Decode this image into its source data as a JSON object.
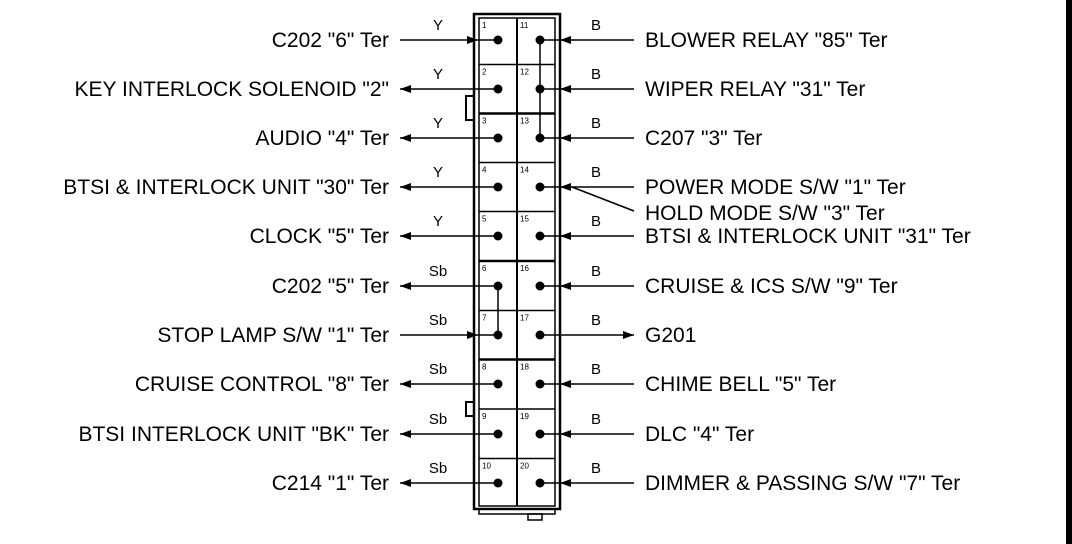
{
  "connector": {
    "pins_left": [
      "1",
      "2",
      "3",
      "4",
      "5",
      "6",
      "7",
      "8",
      "9",
      "10"
    ],
    "pins_right": [
      "11",
      "12",
      "13",
      "14",
      "15",
      "16",
      "17",
      "18",
      "19",
      "20"
    ]
  },
  "left_wires": [
    {
      "label": "C202 \"6\" Ter",
      "color_code": "Y",
      "direction": "in"
    },
    {
      "label": "KEY INTERLOCK SOLENOID \"2\"",
      "color_code": "Y",
      "direction": "out"
    },
    {
      "label": "AUDIO \"4\" Ter",
      "color_code": "Y",
      "direction": "out"
    },
    {
      "label": "BTSI & INTERLOCK UNIT \"30\" Ter",
      "color_code": "Y",
      "direction": "out"
    },
    {
      "label": "CLOCK \"5\" Ter",
      "color_code": "Y",
      "direction": "out"
    },
    {
      "label": "C202 \"5\" Ter",
      "color_code": "Sb",
      "direction": "out"
    },
    {
      "label": "STOP LAMP S/W \"1\" Ter",
      "color_code": "Sb",
      "direction": "in"
    },
    {
      "label": "CRUISE CONTROL \"8\" Ter",
      "color_code": "Sb",
      "direction": "out"
    },
    {
      "label": "BTSI  INTERLOCK UNIT \"BK\" Ter",
      "color_code": "Sb",
      "direction": "out"
    },
    {
      "label": "C214 \"1\" Ter",
      "color_code": "Sb",
      "direction": "out"
    }
  ],
  "right_wires": [
    {
      "label": "BLOWER RELAY \"85\" Ter",
      "color_code": "B",
      "direction": "in"
    },
    {
      "label": "WIPER RELAY \"31\" Ter",
      "color_code": "B",
      "direction": "in"
    },
    {
      "label": "C207 \"3\" Ter",
      "color_code": "B",
      "direction": "in"
    },
    {
      "label": "POWER MODE S/W \"1\" Ter",
      "label2": "HOLD MODE S/W \"3\" Ter",
      "color_code": "B",
      "direction": "in"
    },
    {
      "label": "BTSI & INTERLOCK UNIT \"31\" Ter",
      "color_code": "B",
      "direction": "in"
    },
    {
      "label": "CRUISE & ICS S/W \"9\" Ter",
      "color_code": "B",
      "direction": "in"
    },
    {
      "label": "G201",
      "color_code": "B",
      "direction": "out"
    },
    {
      "label": "CHIME BELL \"5\" Ter",
      "color_code": "B",
      "direction": "in"
    },
    {
      "label": "DLC \"4\" Ter",
      "color_code": "B",
      "direction": "in"
    },
    {
      "label": "DIMMER & PASSING S/W \"7\" Ter",
      "color_code": "B",
      "direction": "in"
    }
  ]
}
